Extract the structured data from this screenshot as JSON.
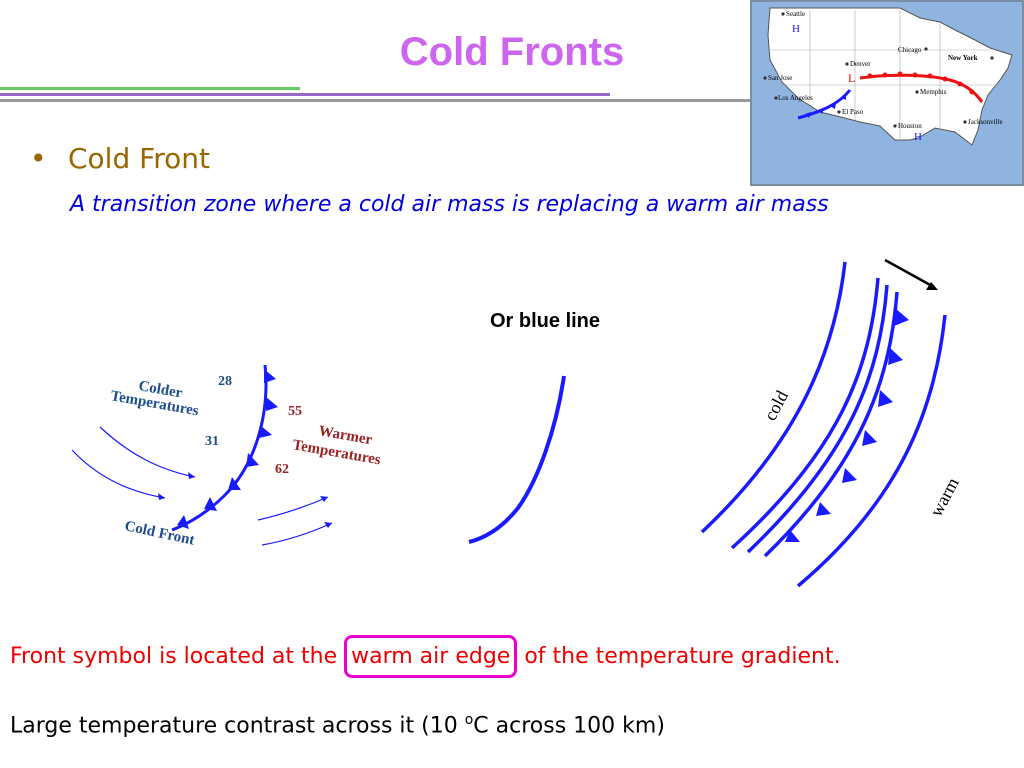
{
  "slide": {
    "title": "Cold Fronts",
    "bullet_symbol": "•",
    "bullet_heading": "Cold Front",
    "definition": "A transition zone where a cold air mass is replacing a warm air mass",
    "blue_line_label": "Or blue line",
    "note_before": "Front symbol is located at the ",
    "note_boxed": "warm air edge",
    "note_after": " of the temperature gradient.",
    "contrast_before": "Large temperature contrast across it (10 ",
    "contrast_degree": "o",
    "contrast_after": "C across 100 km)"
  },
  "colors": {
    "title": "#cc66ee",
    "bullet": "#996600",
    "definition": "#0000dd",
    "note": "#ee0000",
    "highlight_box": "#ee00cc",
    "front_blue": "#1a1aff",
    "warm_red": "#992222",
    "map_water": "#8fb4e0",
    "map_land": "#ffffff"
  },
  "diagram_left": {
    "colder_line1": "Colder",
    "colder_line2": "Temperatures",
    "warmer_line1": "Warmer",
    "warmer_line2": "Temperatures",
    "temp_28": "28",
    "temp_31": "31",
    "temp_55": "55",
    "temp_62": "62",
    "front_label": "Cold Front"
  },
  "diagram_right": {
    "cold_label": "cold",
    "warm_label": "warm"
  },
  "map": {
    "cities": {
      "seattle": "Seattle",
      "chicago": "Chicago",
      "new_york": "New York",
      "san_jose": "San Jose",
      "denver": "Denver",
      "los_angeles": "Los Angeles",
      "memphis": "Memphis",
      "el_paso": "El Paso",
      "houston": "Houston",
      "jacksonville": "Jacksonville"
    },
    "high_symbol": "H",
    "low_symbol": "L"
  }
}
